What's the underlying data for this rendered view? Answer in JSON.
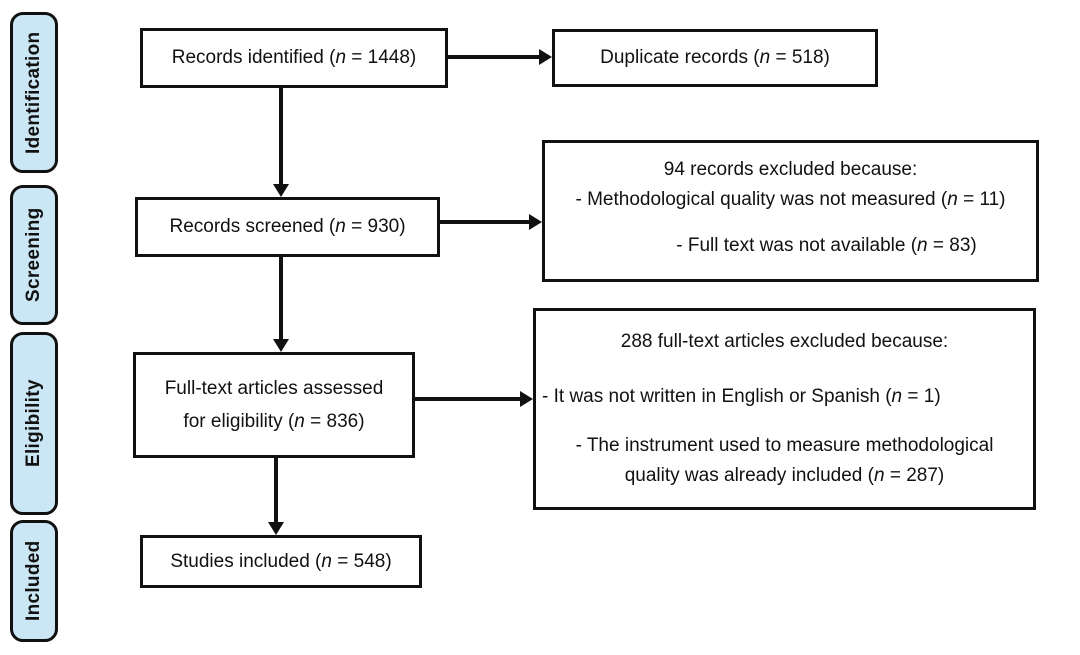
{
  "figure": {
    "type": "prisma-flow-diagram",
    "background_color": "#ffffff",
    "stage_fill_color": "#cbe7f5",
    "line_color": "#111111"
  },
  "sidebar": {
    "stages": [
      {
        "label": "Identification"
      },
      {
        "label": "Screening"
      },
      {
        "label": "Eligibility"
      },
      {
        "label": "Included"
      }
    ]
  },
  "boxes": {
    "records_identified": {
      "pre": "Records identified (",
      "n_label": "n",
      "post": " = 1448)"
    },
    "duplicate_records": {
      "pre": "Duplicate records (",
      "n_label": "n",
      "post": " = 518)"
    },
    "records_screened": {
      "pre": "Records screened (",
      "n_label": "n",
      "post": " = 930)"
    },
    "screening_exclusions": {
      "title": "94 records excluded because:",
      "reason1": {
        "pre": "- Methodological quality was not measured (",
        "n_label": "n",
        "post": " = 11)"
      },
      "reason2": {
        "pre": "- Full text was not available (",
        "n_label": "n",
        "post": " = 83)"
      }
    },
    "fulltext_assessed": {
      "line1": "Full-text articles assessed",
      "pre2": "for eligibility (",
      "n_label": "n",
      "post2": " = 836)"
    },
    "fulltext_exclusions": {
      "title": "288 full-text articles excluded because:",
      "reason1": {
        "pre": "- It was not written in English or Spanish (",
        "n_label": "n",
        "post": " = 1)"
      },
      "reason2_line1": "- The instrument used to measure methodological",
      "reason2_line2": {
        "pre": "quality was already included (",
        "n_label": "n",
        "post": " = 287)"
      }
    },
    "studies_included": {
      "pre": "Studies included (",
      "n_label": "n",
      "post": " = 548)"
    }
  }
}
